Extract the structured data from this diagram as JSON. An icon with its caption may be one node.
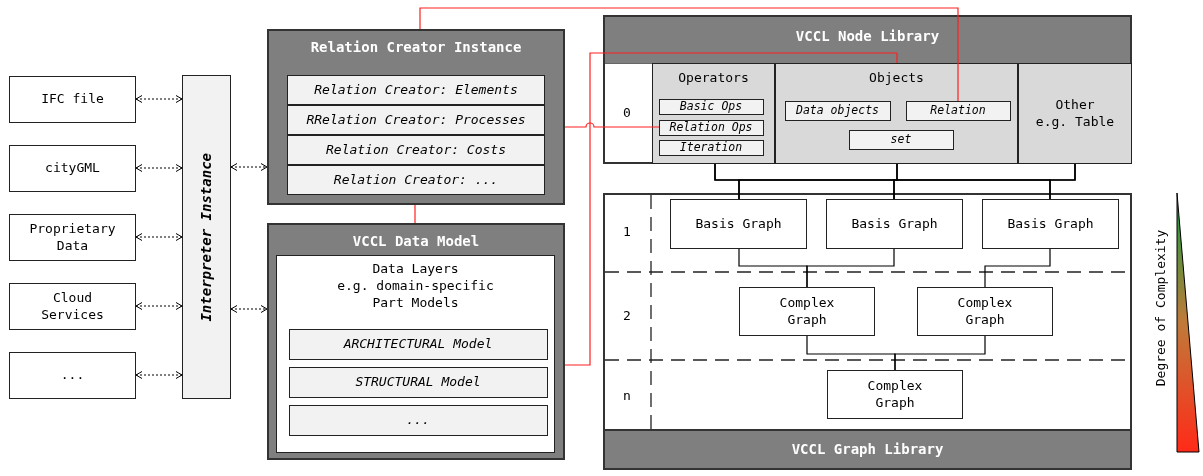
{
  "diagram": {
    "nodes": [
      {
        "text": [
          "IFC file"
        ]
      },
      {
        "text": [
          "cityGML"
        ]
      },
      {
        "text": [
          "Proprietary Data"
        ]
      },
      {
        "text": [
          "Cloud Services"
        ]
      },
      {
        "text": [
          "..."
        ]
      },
      {
        "text": [
          "Interpreter Instance"
        ]
      },
      {
        "text": [
          "Relation Creator Instance"
        ]
      },
      {
        "text": [
          "Relation Creator: Elements"
        ],
        "in": 6
      },
      {
        "text": [
          "RRelation Creator: Processes"
        ],
        "in": 6
      },
      {
        "text": [
          "Relation Creator: Costs"
        ],
        "in": 6
      },
      {
        "text": [
          "Relation Creator: ..."
        ],
        "in": 6
      },
      {
        "text": [
          "VCCL Data Model"
        ]
      },
      {
        "text": [
          "Data Layers",
          "e.g. domain-specific Part Models"
        ],
        "in": 11
      },
      {
        "text": [
          "ARCHITECTURAL Model"
        ],
        "in": 12
      },
      {
        "text": [
          "STRUCTURAL Model"
        ],
        "in": 12
      },
      {
        "text": [
          "..."
        ],
        "in": 12
      },
      {
        "text": [
          "VCCL Node Library"
        ]
      },
      {
        "text": [
          "Operators"
        ],
        "in": 16
      },
      {
        "text": [
          "Basic Ops"
        ],
        "in": 17
      },
      {
        "text": [
          "Relation Ops"
        ],
        "in": 17
      },
      {
        "text": [
          "Iteration"
        ],
        "in": 17
      },
      {
        "text": [
          "Objects"
        ],
        "in": 16
      },
      {
        "text": [
          "Data objects"
        ],
        "in": 21
      },
      {
        "text": [
          "Relation"
        ],
        "in": 21
      },
      {
        "text": [
          "set"
        ],
        "in": 21
      },
      {
        "text": [
          "Other",
          "e.g. Table"
        ],
        "in": 16
      },
      {
        "text": [
          "VCCL Graph Library"
        ]
      },
      {
        "text": [
          "Basis Graph"
        ],
        "in": 26
      },
      {
        "text": [
          "Basis Graph"
        ],
        "in": 26
      },
      {
        "text": [
          "Basis Graph"
        ],
        "in": 26
      },
      {
        "text": [
          "Complex Graph"
        ],
        "in": 26
      },
      {
        "text": [
          "Complex Graph"
        ],
        "in": 26
      },
      {
        "text": [
          "Complex Graph"
        ],
        "in": 26
      }
    ],
    "edges": [
      {
        "from": 0,
        "to": 5,
        "arrow": "both",
        "style": "dashed"
      },
      {
        "from": 1,
        "to": 5,
        "arrow": "both",
        "style": "dashed"
      },
      {
        "from": 2,
        "to": 5,
        "arrow": "both",
        "style": "dashed"
      },
      {
        "from": 3,
        "to": 5,
        "arrow": "both",
        "style": "dashed"
      },
      {
        "from": 4,
        "to": 5,
        "arrow": "both",
        "style": "dashed"
      },
      {
        "from": 5,
        "to": 6,
        "arrow": "both",
        "style": "dashed"
      },
      {
        "from": 5,
        "to": 11,
        "arrow": "both",
        "style": "dashed"
      },
      {
        "from": 6,
        "to": 11,
        "arrow": "none",
        "color": "#ff2020"
      },
      {
        "from": 6,
        "to": 23,
        "arrow": "none",
        "color": "#ff2020"
      },
      {
        "from": 6,
        "to": 19,
        "arrow": "none",
        "color": "#ff2020"
      },
      {
        "from": 11,
        "to": 21,
        "arrow": "none",
        "color": "#ff2020"
      },
      {
        "from": 17,
        "to": 27,
        "arrow": "none"
      },
      {
        "from": 17,
        "to": 28,
        "arrow": "none"
      },
      {
        "from": 17,
        "to": 29,
        "arrow": "none"
      },
      {
        "from": 21,
        "to": 27,
        "arrow": "none"
      },
      {
        "from": 21,
        "to": 28,
        "arrow": "none"
      },
      {
        "from": 21,
        "to": 29,
        "arrow": "none"
      },
      {
        "from": 25,
        "to": 27,
        "arrow": "none"
      },
      {
        "from": 25,
        "to": 28,
        "arrow": "none"
      },
      {
        "from": 25,
        "to": 29,
        "arrow": "none"
      },
      {
        "from": 27,
        "to": 30,
        "arrow": "none"
      },
      {
        "from": 28,
        "to": 30,
        "arrow": "none"
      },
      {
        "from": 29,
        "to": 31,
        "arrow": "none"
      },
      {
        "from": 30,
        "to": 32,
        "arrow": "none"
      },
      {
        "from": 31,
        "to": 32,
        "arrow": "none"
      }
    ],
    "labels": [
      "0",
      "1",
      "2",
      "n",
      "Degree of Complexity"
    ]
  }
}
